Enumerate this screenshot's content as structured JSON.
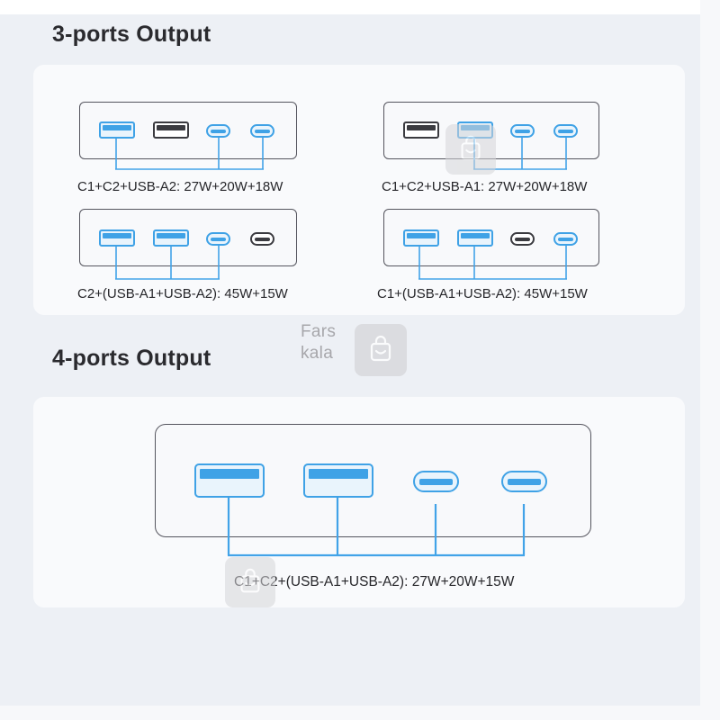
{
  "sections": {
    "three_ports": {
      "title": "3-ports Output",
      "configs": [
        {
          "label": "C1+C2+USB-A2: 27W+20W+18W",
          "ports": [
            {
              "type": "usb-a",
              "active": true
            },
            {
              "type": "usb-a",
              "active": false
            },
            {
              "type": "usb-c",
              "active": true
            },
            {
              "type": "usb-c",
              "active": true
            }
          ]
        },
        {
          "label": "C1+C2+USB-A1: 27W+20W+18W",
          "ports": [
            {
              "type": "usb-a",
              "active": false
            },
            {
              "type": "usb-a",
              "active": true
            },
            {
              "type": "usb-c",
              "active": true
            },
            {
              "type": "usb-c",
              "active": true
            }
          ]
        },
        {
          "label": "C2+(USB-A1+USB-A2): 45W+15W",
          "ports": [
            {
              "type": "usb-a",
              "active": true
            },
            {
              "type": "usb-a",
              "active": true
            },
            {
              "type": "usb-c",
              "active": true
            },
            {
              "type": "usb-c",
              "active": false
            }
          ]
        },
        {
          "label": "C1+(USB-A1+USB-A2): 45W+15W",
          "ports": [
            {
              "type": "usb-a",
              "active": true
            },
            {
              "type": "usb-a",
              "active": true
            },
            {
              "type": "usb-c",
              "active": false
            },
            {
              "type": "usb-c",
              "active": true
            }
          ]
        }
      ]
    },
    "four_ports": {
      "title": "4-ports Output",
      "config": {
        "label": "C1+C2+(USB-A1+USB-A2): 27W+20W+15W",
        "ports": [
          {
            "type": "usb-a",
            "active": true
          },
          {
            "type": "usb-a",
            "active": true
          },
          {
            "type": "usb-c",
            "active": true
          },
          {
            "type": "usb-c",
            "active": true
          }
        ]
      }
    }
  },
  "watermark": {
    "text_line1": "Fars",
    "text_line2": "kala",
    "icon": "bag-smile-icon"
  },
  "colors": {
    "active_port": "#3fa2e6",
    "inactive_port": "#3b3b40",
    "connector_line": "#42a3e8",
    "panel_bg": "#f9fafc",
    "page_bg": "#eef1f6"
  }
}
